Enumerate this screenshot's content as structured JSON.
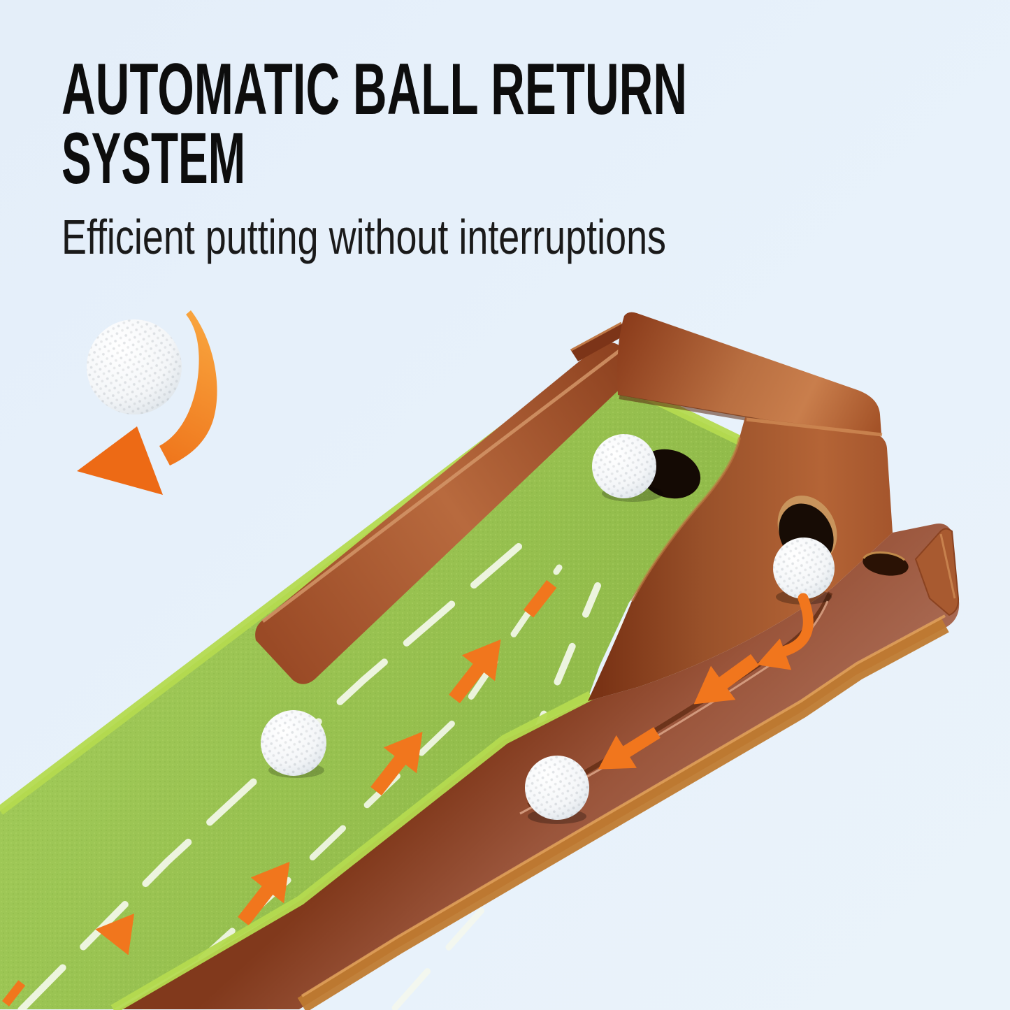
{
  "page": {
    "bg_color": "#e6f0f9"
  },
  "header": {
    "title_line1": "AUTOMATIC BALL RETURN",
    "title_line2": "SYSTEM",
    "subtitle": "Efficient putting without interruptions",
    "title_color": "#0d0d0d",
    "subtitle_color": "#1a1a1a"
  },
  "illustration": {
    "alt": "Wooden golf putting mat with automatic ball return: balls are putted up the green turf ramp into the hole and roll back along a side wood channel, shown with orange direction arrows",
    "colors": {
      "accent_orange": "#f1761d",
      "turf_green": "#96c24c",
      "turf_border_green": "#b4da4f",
      "wood_brown": "#a0522d",
      "wood_dark": "#7a3315",
      "ball_white": "#ffffff",
      "hole_dark": "#140a04"
    },
    "icons": [
      "golf-ball-icon",
      "curved-return-arrow-icon",
      "direction-arrow-icon",
      "putting-hole",
      "ball-exit-hole",
      "putter-holder-hole"
    ]
  }
}
